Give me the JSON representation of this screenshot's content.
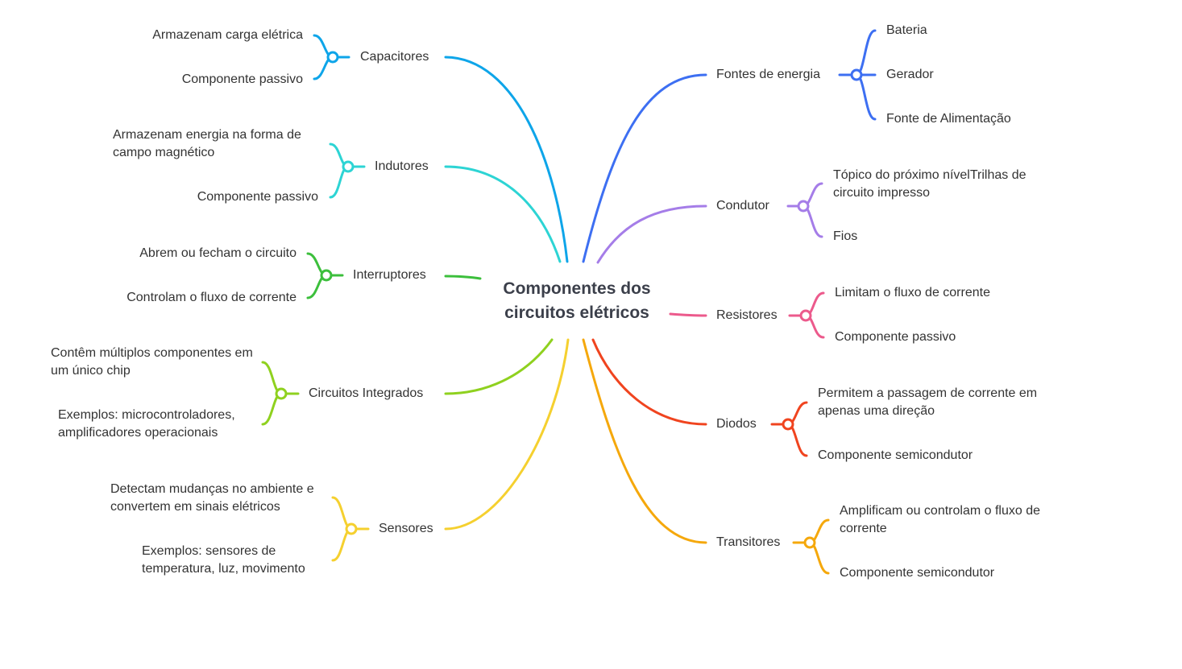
{
  "root": {
    "line1": "Componentes dos",
    "line2": "circuitos elétricos"
  },
  "branches": {
    "capacitores": {
      "label": "Capacitores",
      "color": "#0ea5e9",
      "children": [
        "Armazenam carga elétrica",
        "Componente passivo"
      ]
    },
    "indutores": {
      "label": "Indutores",
      "color": "#2dd4d4",
      "children": [
        "Armazenam energia na forma de campo magnético",
        "Componente passivo"
      ]
    },
    "interruptores": {
      "label": "Interruptores",
      "color": "#3cbf3c",
      "children": [
        "Abrem ou fecham o circuito",
        "Controlam o fluxo de corrente"
      ]
    },
    "integrados": {
      "label": "Circuitos Integrados",
      "color": "#8fd11f",
      "children": [
        "Contêm múltiplos componentes em um único chip",
        "Exemplos: microcontroladores, amplificadores operacionais"
      ]
    },
    "sensores": {
      "label": "Sensores",
      "color": "#f5d02f",
      "children": [
        "Detectam mudanças no ambiente e convertem em sinais elétricos",
        "Exemplos: sensores de temperatura, luz, movimento"
      ]
    },
    "fontes": {
      "label": "Fontes de energia",
      "color": "#3d6ff2",
      "children": [
        "Bateria",
        "Gerador",
        "Fonte de Alimentação"
      ]
    },
    "condutor": {
      "label": "Condutor",
      "color": "#a57de8",
      "children": [
        "Tópico do próximo nívelTrilhas de circuito impresso",
        "Fios"
      ]
    },
    "resistores": {
      "label": "Resistores",
      "color": "#ec5a8c",
      "children": [
        "Limitam o fluxo de corrente",
        "Componente passivo"
      ]
    },
    "diodos": {
      "label": "Diodos",
      "color": "#f0441f",
      "children": [
        "Permitem a passagem de corrente em apenas uma direção",
        "Componente semicondutor"
      ]
    },
    "transitores": {
      "label": "Transitores",
      "color": "#f5a80c",
      "children": [
        "Amplificam ou controlam o fluxo de corrente",
        "Componente semicondutor"
      ]
    }
  }
}
